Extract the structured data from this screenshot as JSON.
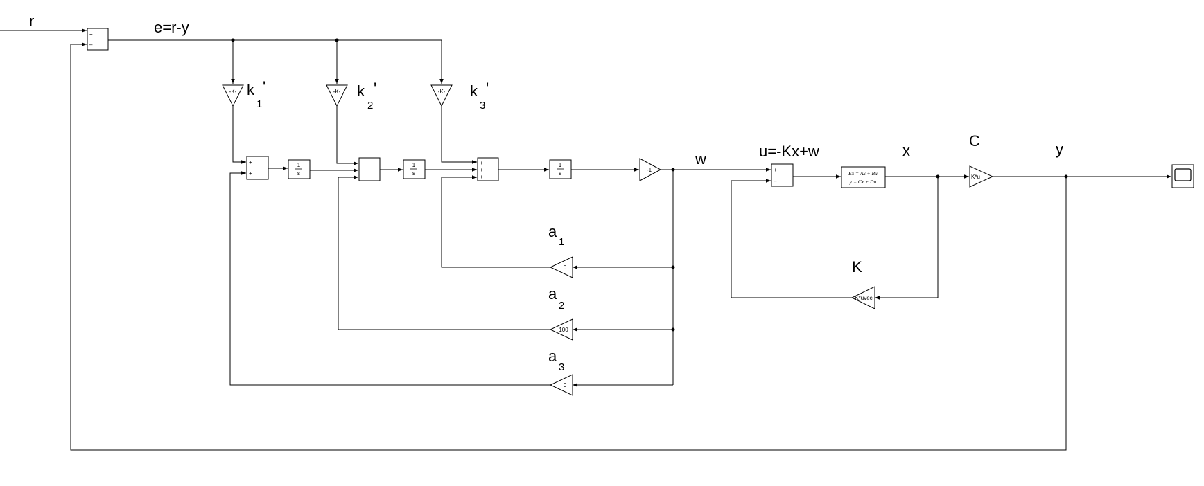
{
  "signals": {
    "r": "r",
    "e": "e=r-y",
    "w": "w",
    "u": "u=-Kx+w",
    "x": "x",
    "C": "C",
    "y": "y",
    "K": "K"
  },
  "gains": {
    "k1": {
      "base": "k",
      "sub": "1",
      "prime": "'"
    },
    "k2": {
      "base": "k",
      "sub": "2",
      "prime": "'"
    },
    "k3": {
      "base": "k",
      "sub": "3",
      "prime": "'"
    },
    "a1": {
      "base": "a",
      "sub": "1"
    },
    "a2": {
      "base": "a",
      "sub": "2"
    },
    "a3": {
      "base": "a",
      "sub": "3"
    }
  },
  "blocks": {
    "gain_k_text": "-K-",
    "neg_one": "-1",
    "a1_value": "0",
    "a2_value": "100",
    "a3_value": "0",
    "c_gain": "K*u",
    "k_gain": "K*uvec",
    "integrator_num": "1",
    "integrator_den": "s",
    "plus": "+",
    "minus": "–",
    "ss_line1": "Eẋ = Ax + Bu",
    "ss_line2": "y = Cx + Du"
  }
}
